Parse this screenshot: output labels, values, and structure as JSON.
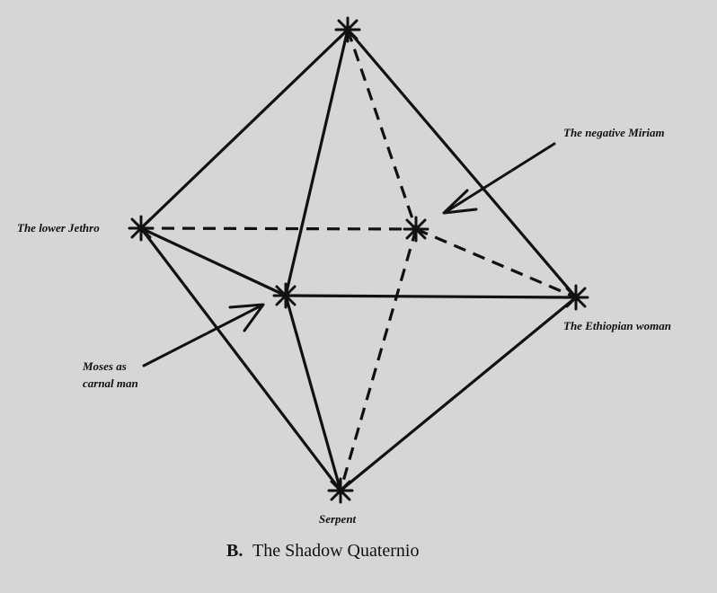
{
  "diagram": {
    "caption_prefix": "B.",
    "caption_title": "The Shadow Quaternio",
    "nodes": {
      "top": "",
      "lower_jethro": "The lower Jethro",
      "negative_miriam": "The negative Miriam",
      "moses": "Moses as",
      "moses_line2": "carnal man",
      "ethiopian_woman": "The Ethiopian woman",
      "serpent": "Serpent"
    },
    "edge_style": {
      "solid": "solid",
      "dashed": "dashed"
    }
  }
}
